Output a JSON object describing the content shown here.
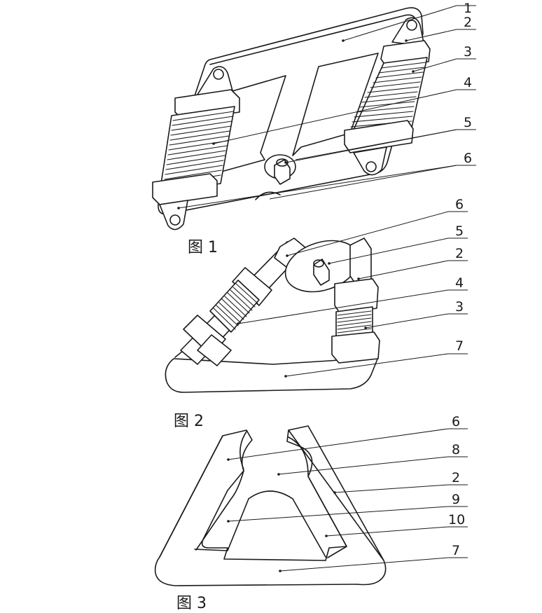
{
  "figures": [
    {
      "caption": "图 1",
      "labels": [
        "1",
        "2",
        "3",
        "4",
        "5",
        "6"
      ]
    },
    {
      "caption": "图 2",
      "labels": [
        "6",
        "5",
        "2",
        "4",
        "3",
        "7"
      ]
    },
    {
      "caption": "图 3",
      "labels": [
        "6",
        "8",
        "2",
        "9",
        "10",
        "7"
      ]
    }
  ]
}
